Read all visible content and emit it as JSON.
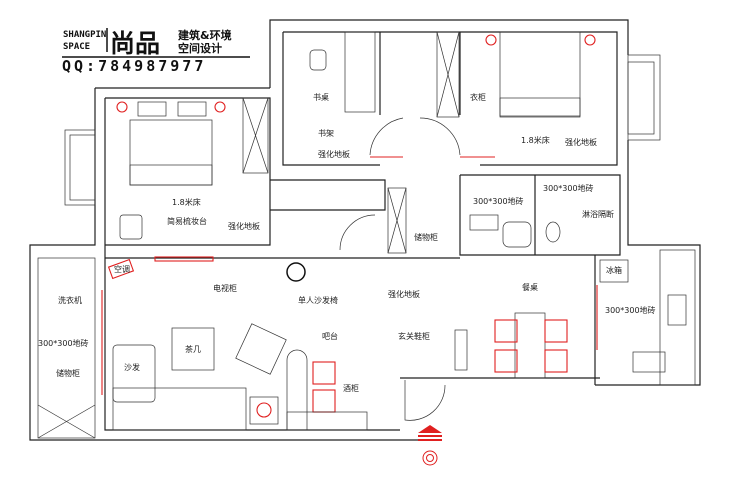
{
  "logo": {
    "brand_en_line1": "SHANGPIN",
    "brand_en_line2": "SPACE",
    "brand_cn": "尚品",
    "tagline_line1": "建筑&环境",
    "tagline_line2": "空间设计",
    "qq": "QQ:784987977"
  },
  "labels": {
    "desk": "书桌",
    "bookshelf": "书架",
    "study_floor": "强化地板",
    "wardrobe": "衣柜",
    "master_bed": "1.8米床",
    "master_floor": "强化地板",
    "second_bed": "1.8米床",
    "dressing_table": "简易梳妆台",
    "second_floor": "强化地板",
    "bath_tile_1": "300*300地砖",
    "bath_tile_2": "300*300地砖",
    "shower_partition": "淋浴隔断",
    "storage_cabinet": "储物柜",
    "tv_cabinet": "电视柜",
    "air_conditioner": "空调",
    "armchair": "单人沙发椅",
    "coffee_table": "茶几",
    "sofa": "沙发",
    "bar_counter": "吧台",
    "wine_cabinet": "酒柜",
    "living_floor": "强化地板",
    "entry_shoe_cabinet": "玄关鞋柜",
    "dining_table": "餐桌",
    "kitchen_tile": "300*300地砖",
    "fridge": "冰箱",
    "washing_machine": "洗衣机",
    "balcony_tile": "300*300地砖",
    "balcony_storage": "储物柜"
  },
  "colors": {
    "wall": "#222222",
    "accent": "#e02020"
  }
}
